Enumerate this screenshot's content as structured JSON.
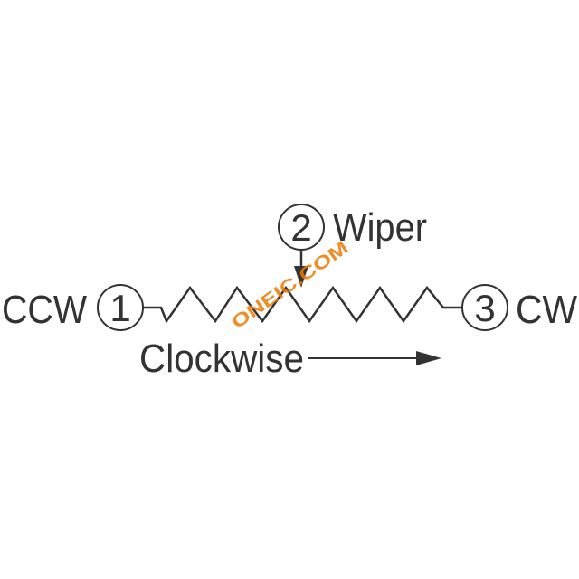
{
  "diagram": {
    "ccw_label": "CCW",
    "cw_label": "CW",
    "pin1": "1",
    "pin2": "2",
    "pin3": "3",
    "wiper_label": "Wiper",
    "direction_label": "Clockwise"
  },
  "watermark": {
    "text": "ONEIC.COM",
    "color": "#f07800"
  },
  "colors": {
    "ink": "#333333",
    "background": "#ffffff"
  }
}
